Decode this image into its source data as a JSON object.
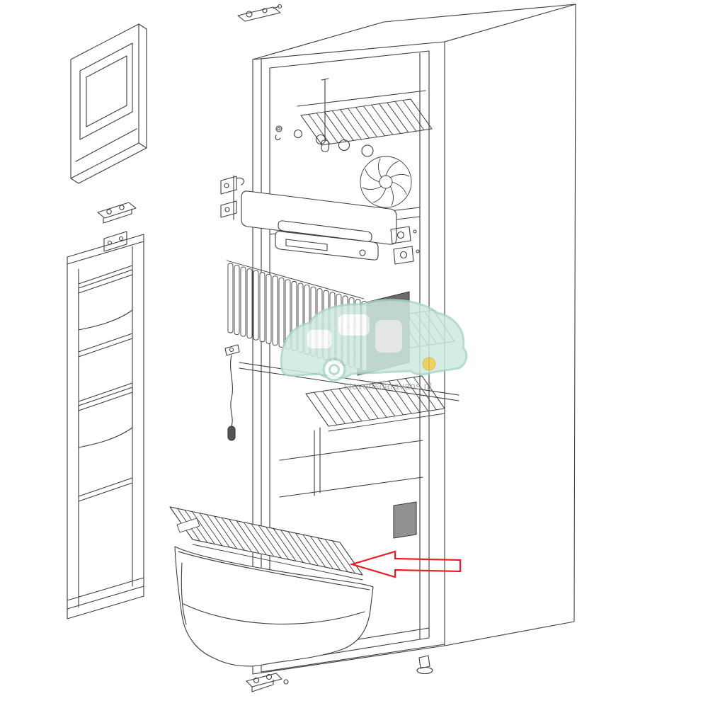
{
  "diagram": {
    "kind": "exploded-parts-drawing",
    "subject": "two-door-refrigerator",
    "line_color": "#3c3c3c",
    "parts": [
      "freezer-door",
      "door-hinge-bracket",
      "refrigerator-door",
      "door-bin-upper",
      "door-bin-lower",
      "top-hinge-bracket",
      "cabinet",
      "freezer-wire-shelf",
      "cooling-fan",
      "burner-holes",
      "freezer-flap",
      "control-panel",
      "mounting-brackets",
      "evaporator-fin-pack",
      "evaporator-plate",
      "thermostat-capillary",
      "wire-shelf-middle",
      "wire-shelf-lower",
      "shelf-support-rails",
      "rating-label",
      "crisper-tray",
      "tray-wire-shelf",
      "bottom-hinge-bracket",
      "leveling-foot"
    ]
  },
  "annotation": {
    "shape": "arrow-left",
    "color": "#ec1c24",
    "target": "tray-wire-shelf"
  },
  "watermark": {
    "text": "stevenscaravans.nl",
    "body_color": "#cde9e0",
    "outline_color": "#a9d6c9",
    "accent_color": "#e9c94b",
    "text_color": "#9aa0a0"
  }
}
